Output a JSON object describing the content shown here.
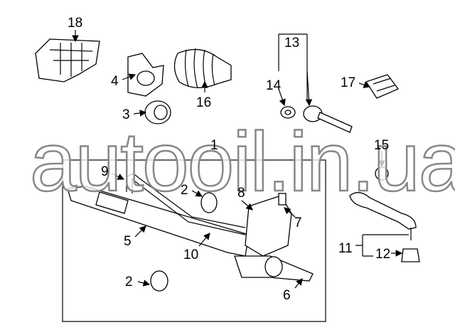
{
  "diagram": {
    "title": "Steering gear parts diagram",
    "callouts": {
      "c1": "1",
      "c2a": "2",
      "c2b": "2",
      "c3": "3",
      "c4": "4",
      "c5": "5",
      "c6": "6",
      "c7": "7",
      "c8": "8",
      "c9": "9",
      "c10": "10",
      "c11": "11",
      "c12": "12",
      "c13": "13",
      "c14": "14",
      "c15": "15",
      "c16": "16",
      "c17": "17",
      "c18": "18"
    }
  },
  "watermark": "autooil.in.ua"
}
